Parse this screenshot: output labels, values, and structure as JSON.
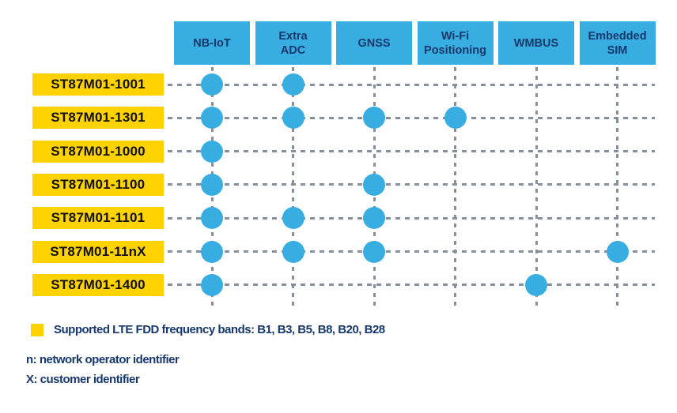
{
  "colors": {
    "feature_blue": "#38ADE2",
    "label_yellow": "#FFD200",
    "navy_text": "#17386B",
    "label_text": "#111111",
    "dash_gray": "#86909C",
    "background": "#FFFFFF"
  },
  "features": [
    {
      "label": "NB-IoT"
    },
    {
      "label": "Extra\nADC"
    },
    {
      "label": "GNSS"
    },
    {
      "label": "Wi-Fi\nPositioning"
    },
    {
      "label": "WMBUS"
    },
    {
      "label": "Embedded\nSIM"
    }
  ],
  "products": [
    {
      "name": "ST87M01-1001",
      "dots": [
        1,
        1,
        0,
        0,
        0,
        0
      ]
    },
    {
      "name": "ST87M01-1301",
      "dots": [
        1,
        1,
        1,
        1,
        0,
        0
      ]
    },
    {
      "name": "ST87M01-1000",
      "dots": [
        1,
        0,
        0,
        0,
        0,
        0
      ]
    },
    {
      "name": "ST87M01-1100",
      "dots": [
        1,
        0,
        1,
        0,
        0,
        0
      ]
    },
    {
      "name": "ST87M01-1101",
      "dots": [
        1,
        1,
        1,
        0,
        0,
        0
      ]
    },
    {
      "name": "ST87M01-11nX",
      "dots": [
        1,
        1,
        1,
        0,
        0,
        1
      ]
    },
    {
      "name": "ST87M01-1400",
      "dots": [
        1,
        0,
        0,
        0,
        1,
        0
      ]
    }
  ],
  "legend": {
    "bands_text": "Supported LTE FDD frequency bands: B1, B3, B5, B8, B20, B28",
    "note_n": "n: network operator identifier",
    "note_x": "X: customer identifier"
  }
}
